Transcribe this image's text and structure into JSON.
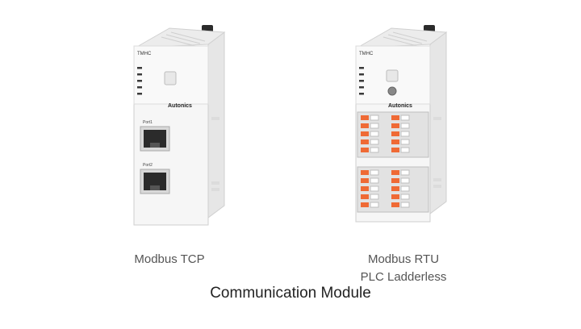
{
  "products": [
    {
      "model_label": "TMHC",
      "brand": "Autonics",
      "port_labels": [
        "Port1",
        "Port2"
      ],
      "caption_lines": [
        "Modbus TCP"
      ]
    },
    {
      "model_label": "TMHC",
      "brand": "Autonics",
      "caption_lines": [
        "Modbus RTU",
        "PLC Ladderless"
      ]
    }
  ],
  "title": "Communication Module",
  "colors": {
    "housing": "#f4f4f4",
    "shadow": "#d9d9d9",
    "terminal_orange": "#ef6a35",
    "port": "#2b2b2b"
  }
}
